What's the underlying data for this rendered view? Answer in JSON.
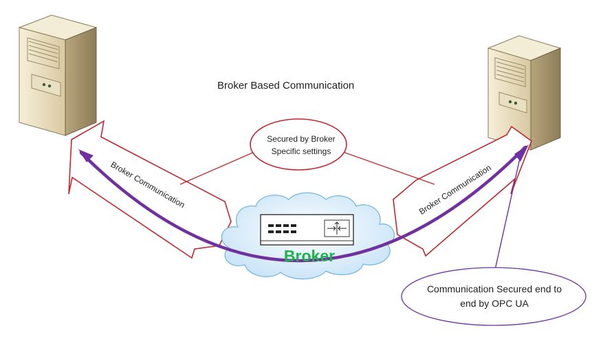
{
  "diagram": {
    "title": "Broker Based Communication",
    "broker_label": "Broker",
    "secured_by_broker_line1": "Secured by Broker",
    "secured_by_broker_line2": "Specific settings",
    "opcua_line1": "Communication Secured end to",
    "opcua_line2": "end by OPC UA",
    "left_arrow_label": "Broker Communication",
    "right_arrow_label": "Broker Communication",
    "colors": {
      "arrow_outline": "#c0282e",
      "purple_arc": "#7030a0",
      "broker_text": "#1db24a",
      "server_body": "#efe6cc",
      "cloud_fill": "#d6ecfa"
    }
  }
}
